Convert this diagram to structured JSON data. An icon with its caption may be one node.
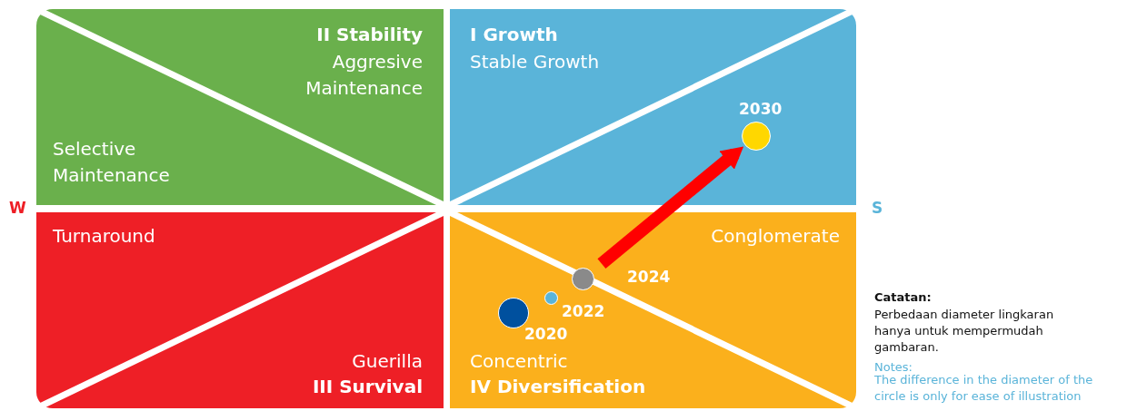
{
  "diagram": {
    "nodes": [
      {
        "text": [
          "II Stability",
          "Aggresive Maintenance",
          "Selective Maintenance"
        ]
      },
      {
        "text": [
          "I Growth",
          "Stable Growth"
        ]
      },
      {
        "text": [
          "Turnaround",
          "Guerilla",
          "III Survival"
        ]
      },
      {
        "text": [
          "Conglomerate",
          "Concentric",
          "IV Diversification"
        ]
      },
      {
        "text": [],
        "shape": "circle",
        "beside": [
          "2020"
        ],
        "in": 3
      },
      {
        "text": [],
        "shape": "circle",
        "beside": [
          "2022"
        ],
        "in": 3
      },
      {
        "text": [],
        "shape": "circle",
        "beside": [
          "2024"
        ],
        "in": 3
      },
      {
        "text": [],
        "shape": "circle",
        "beside": [
          "2030"
        ],
        "in": 1
      }
    ],
    "edges": [
      {
        "from": 6,
        "to": 7,
        "arrow": "to",
        "color": "#ff0000"
      }
    ],
    "labels": [
      "W",
      "S",
      "Catatan:",
      "Perbedaan diameter lingkaran hanya untuk mempermudah gambaran.",
      "Notes:",
      "The difference in the diameter of the circle is only for ease of illustration"
    ]
  }
}
